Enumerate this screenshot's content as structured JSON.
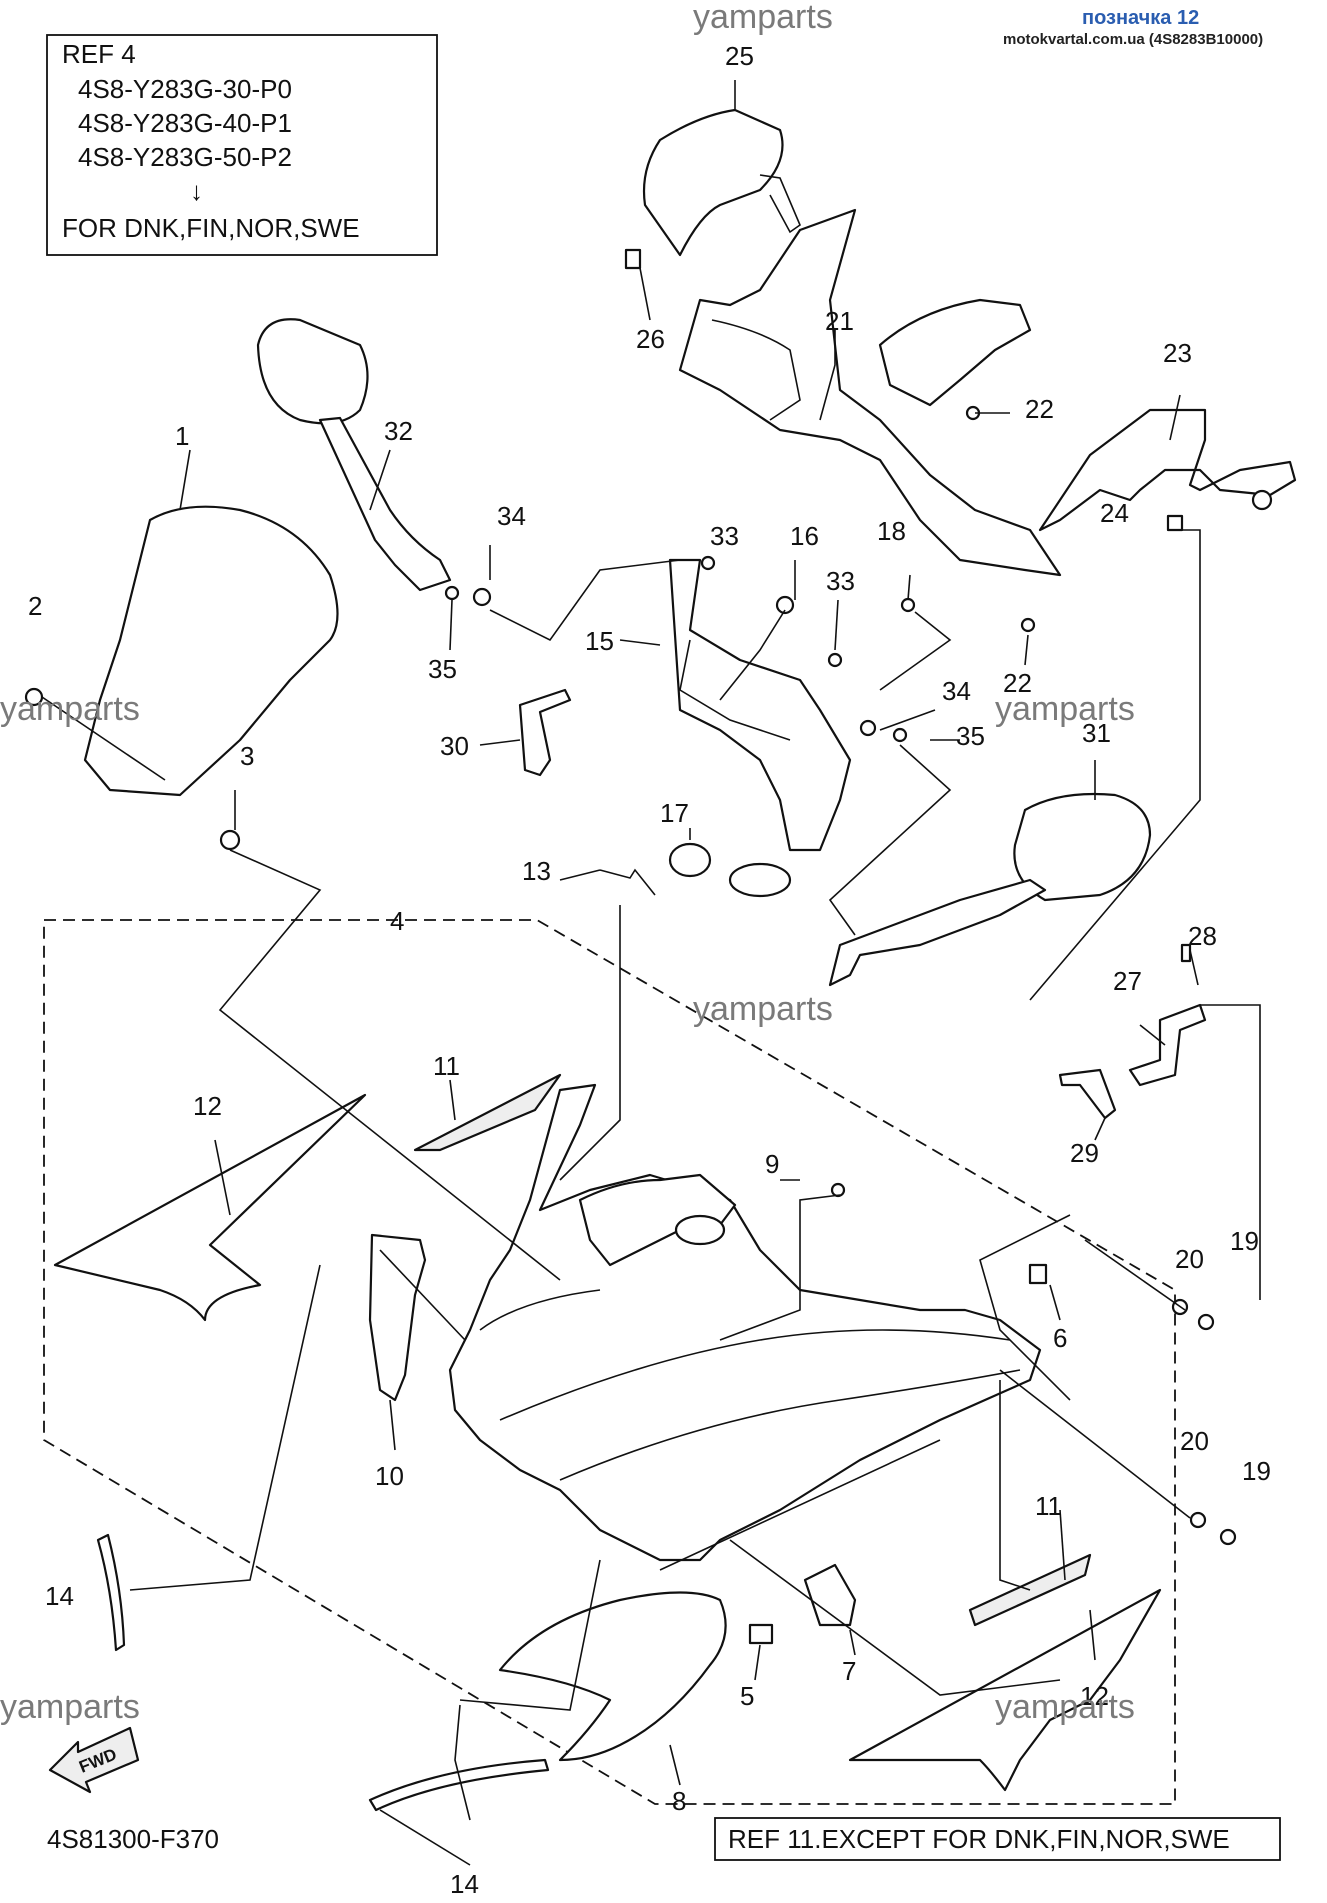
{
  "header": {
    "tag": "позначка 12",
    "site": "motokvartal.com.ua (4S8283B10000)"
  },
  "ref_box": {
    "title": "REF 4",
    "codes": [
      "4S8-Y283G-30-P0",
      "4S8-Y283G-40-P1",
      "4S8-Y283G-50-P2"
    ],
    "arrow": "↓",
    "note": "FOR DNK,FIN,NOR,SWE"
  },
  "bottom_ref": "REF 11.EXCEPT FOR DNK,FIN,NOR,SWE",
  "diagram_code": "4S81300-F370",
  "fwd_label": "FWD",
  "watermark": "yamparts",
  "labels": {
    "l1": "1",
    "l2": "2",
    "l3": "3",
    "l4": "4",
    "l5": "5",
    "l6": "6",
    "l7": "7",
    "l8": "8",
    "l9": "9",
    "l10": "10",
    "l11a": "11",
    "l11b": "11",
    "l12a": "12",
    "l12b": "12",
    "l13": "13",
    "l14a": "14",
    "l14b": "14",
    "l15": "15",
    "l16": "16",
    "l17": "17",
    "l18": "18",
    "l19a": "19",
    "l19b": "19",
    "l20a": "20",
    "l20b": "20",
    "l21": "21",
    "l22a": "22",
    "l22b": "22",
    "l23": "23",
    "l24": "24",
    "l25": "25",
    "l26": "26",
    "l27": "27",
    "l28": "28",
    "l29": "29",
    "l30": "30",
    "l31": "31",
    "l32": "32",
    "l33a": "33",
    "l33b": "33",
    "l34a": "34",
    "l34b": "34",
    "l35a": "35",
    "l35b": "35"
  }
}
